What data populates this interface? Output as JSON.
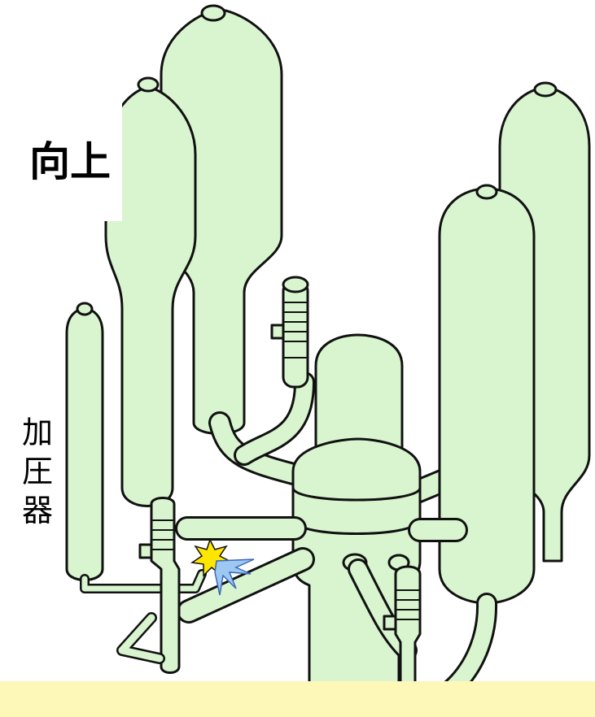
{
  "heading": {
    "text": "向上"
  },
  "side_label": {
    "chars": [
      "加",
      "圧",
      "器"
    ]
  },
  "colors": {
    "equipment_fill": "#d8f5cf",
    "outline": "#111111",
    "background": "#ffffff",
    "bottom_band": "#fdf7b8",
    "burst_yellow": "#ffe600",
    "burst_blue": "#9cc8f2"
  },
  "icons": [
    "rupture-burst-icon",
    "leak-spray-icon"
  ]
}
